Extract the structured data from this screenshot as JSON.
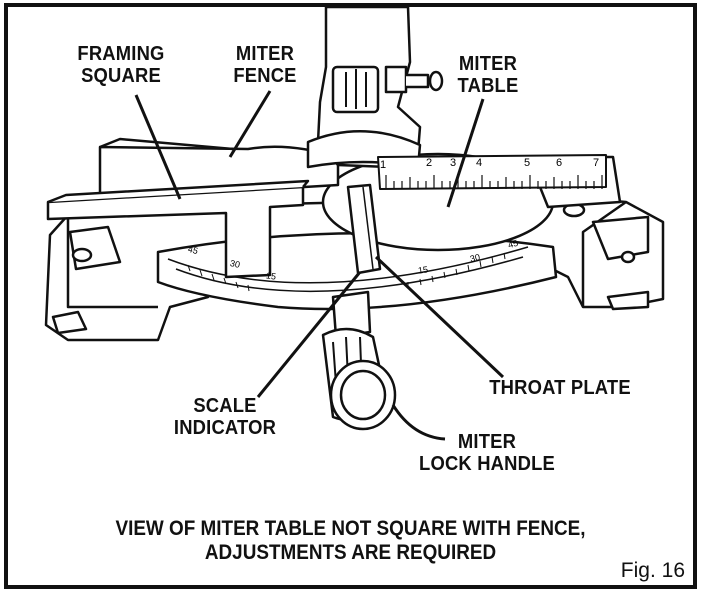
{
  "labels": {
    "framing_square_1": "FRAMING",
    "framing_square_2": "SQUARE",
    "miter_fence_1": "MITER",
    "miter_fence_2": "FENCE",
    "miter_table_1": "MITER",
    "miter_table_2": "TABLE",
    "throat_plate": "THROAT PLATE",
    "scale_indicator_1": "SCALE",
    "scale_indicator_2": "INDICATOR",
    "miter_lock_handle_1": "MITER",
    "miter_lock_handle_2": "LOCK HANDLE"
  },
  "ruler_numbers": [
    "1",
    "2",
    "3",
    "4",
    "5",
    "6",
    "7"
  ],
  "scale_numbers": [
    "45",
    "30",
    "15",
    "15",
    "30",
    "45"
  ],
  "caption_line1": "VIEW OF MITER TABLE NOT SQUARE WITH FENCE,",
  "caption_line2": "ADJUSTMENTS ARE REQUIRED",
  "figure_label": "Fig. 16"
}
